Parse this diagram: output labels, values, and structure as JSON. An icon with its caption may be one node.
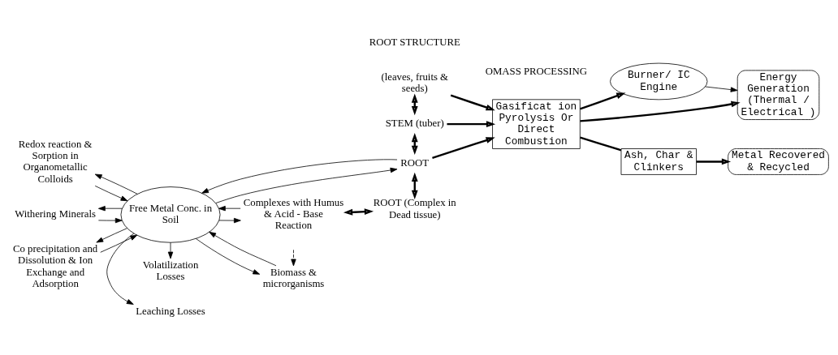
{
  "diagram": {
    "nodes": [
      {
        "text": [
          "Redox reaction & Sorption in Organometallic Colloids"
        ]
      },
      {
        "text": [
          "Volatilization Losses"
        ]
      },
      {
        "text": [
          "Biomass & microrganisms"
        ]
      },
      {
        "text": [
          "Withering Minerals"
        ]
      },
      {
        "text": [
          "Free Metal Conc. in Soil"
        ]
      },
      {
        "text": [
          "Co precipitation and Dissolution & Ion Exchange and Adsorption"
        ]
      },
      {
        "text": [
          "Leaching Losses"
        ]
      },
      {
        "text": [
          "Complexes with Humus & Acid - Base Reaction"
        ]
      },
      {
        "text": [
          "(leaves, fruits & seeds)"
        ]
      },
      {
        "text": [
          "STEM (tuber)"
        ]
      },
      {
        "text": [
          "ROOT"
        ]
      },
      {
        "text": [
          "ROOT (Complex in Dead tissue)"
        ]
      },
      {
        "text": [
          "Gasificat ion",
          "Pyrolysis Or Direct Combustion"
        ]
      },
      {
        "text": [
          "Burner/ IC Engine"
        ]
      },
      {
        "text": [
          "Energy Generation (Thermal / Electrical )"
        ]
      },
      {
        "text": [
          "Ash, Char & Clinkers"
        ]
      },
      {
        "text": [
          "Metal Recovered & Recycled"
        ]
      }
    ],
    "edges": [
      {
        "from": 0,
        "to": 4,
        "arrow": "to"
      },
      {
        "from": 4,
        "to": 0,
        "arrow": "to"
      },
      {
        "from": 4,
        "to": 1,
        "arrow": "to"
      },
      {
        "from": null,
        "to": 2,
        "arrow": "to",
        "style": "dashed"
      },
      {
        "from": 4,
        "to": 2,
        "arrow": "to"
      },
      {
        "from": 2,
        "to": 4,
        "arrow": "to"
      },
      {
        "from": 3,
        "to": 4,
        "arrow": "to"
      },
      {
        "from": 4,
        "to": 3,
        "arrow": "to"
      },
      {
        "from": 4,
        "to": 10,
        "arrow": "to"
      },
      {
        "from": 10,
        "to": 4,
        "arrow": "to"
      },
      {
        "from": 5,
        "to": 4,
        "arrow": "to"
      },
      {
        "from": 4,
        "to": 5,
        "arrow": "to"
      },
      {
        "from": 4,
        "to": 6,
        "arrow": "to"
      },
      {
        "from": 4,
        "to": 7,
        "arrow": "to"
      },
      {
        "from": 7,
        "to": 4,
        "arrow": "to"
      },
      {
        "from": 7,
        "to": 11,
        "arrow": "both",
        "style": "thick"
      },
      {
        "from": 8,
        "to": 9,
        "arrow": "both",
        "style": "thick"
      },
      {
        "from": 9,
        "to": 10,
        "arrow": "both",
        "style": "thick"
      },
      {
        "from": 10,
        "to": 11,
        "arrow": "both",
        "style": "thick"
      },
      {
        "from": 8,
        "to": 12,
        "arrow": "to",
        "style": "thick"
      },
      {
        "from": 9,
        "to": 12,
        "arrow": "to",
        "style": "thick"
      },
      {
        "from": 10,
        "to": 12,
        "arrow": "to",
        "style": "thick"
      },
      {
        "from": 12,
        "to": 13,
        "arrow": "to",
        "style": "thick"
      },
      {
        "from": 13,
        "to": 14,
        "arrow": "to"
      },
      {
        "from": 12,
        "to": 14,
        "arrow": "to",
        "style": "thick"
      },
      {
        "from": 12,
        "to": 15,
        "arrow": "none",
        "style": "thick"
      },
      {
        "from": 15,
        "to": 16,
        "arrow": "to",
        "style": "thick"
      }
    ],
    "labels": [
      "ROOT STRUCTURE",
      "OMASS PROCESSING"
    ]
  }
}
